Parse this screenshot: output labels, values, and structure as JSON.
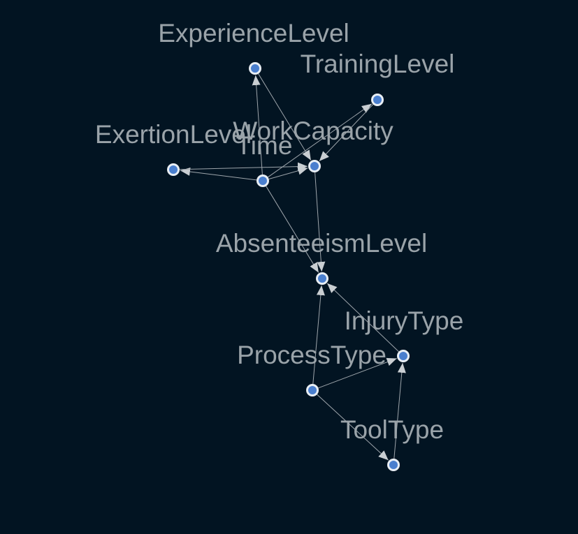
{
  "colors": {
    "background": "#021422",
    "node_fill": "#4a7fce",
    "node_stroke": "#e8eef4",
    "edge": "#9ea5ab",
    "label": "#9aa3a9"
  },
  "nodes": [
    {
      "id": "ExperienceLevel",
      "label": "ExperienceLevel"
    },
    {
      "id": "TrainingLevel",
      "label": "TrainingLevel"
    },
    {
      "id": "ExertionLevel",
      "label": "ExertionLevel"
    },
    {
      "id": "WorkCapacity",
      "label": "WorkCapacity"
    },
    {
      "id": "Time",
      "label": "Time"
    },
    {
      "id": "AbsenteeismLevel",
      "label": "AbsenteeismLevel"
    },
    {
      "id": "InjuryType",
      "label": "InjuryType"
    },
    {
      "id": "ProcessType",
      "label": "ProcessType"
    },
    {
      "id": "ToolType",
      "label": "ToolType"
    }
  ],
  "edges": [
    {
      "from": "Time",
      "to": "ExperienceLevel"
    },
    {
      "from": "Time",
      "to": "TrainingLevel"
    },
    {
      "from": "Time",
      "to": "ExertionLevel"
    },
    {
      "from": "Time",
      "to": "WorkCapacity"
    },
    {
      "from": "Time",
      "to": "AbsenteeismLevel"
    },
    {
      "from": "ExperienceLevel",
      "to": "WorkCapacity"
    },
    {
      "from": "TrainingLevel",
      "to": "WorkCapacity"
    },
    {
      "from": "ExertionLevel",
      "to": "WorkCapacity"
    },
    {
      "from": "WorkCapacity",
      "to": "AbsenteeismLevel"
    },
    {
      "from": "InjuryType",
      "to": "AbsenteeismLevel"
    },
    {
      "from": "ProcessType",
      "to": "AbsenteeismLevel"
    },
    {
      "from": "ProcessType",
      "to": "InjuryType"
    },
    {
      "from": "ProcessType",
      "to": "ToolType"
    },
    {
      "from": "ToolType",
      "to": "InjuryType"
    }
  ]
}
